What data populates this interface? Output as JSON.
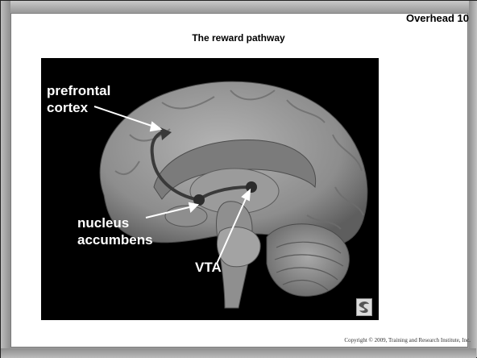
{
  "slide": {
    "overhead_label": "Overhead 10",
    "title": "The reward pathway",
    "copyright": "Copyright © 2009, Training and Research Institute, Inc."
  },
  "diagram": {
    "labels": {
      "prefrontal_line1": "prefrontal",
      "prefrontal_line2": "cortex",
      "nucleus_line1": "nucleus",
      "nucleus_line2": "accumbens",
      "vta": "VTA"
    },
    "colors": {
      "panel_background": "#000000",
      "brain": "#9a9a9a",
      "pathway": "#3a3a3a",
      "label_text": "#ffffff"
    },
    "icons": [
      "publisher-logo-icon"
    ]
  }
}
